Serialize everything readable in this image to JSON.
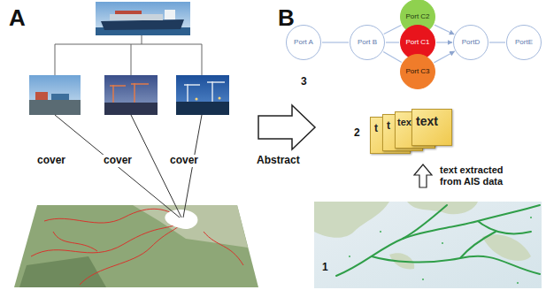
{
  "diagram": {
    "nodes": [
      {
        "text": [
          "Port A"
        ]
      },
      {
        "text": [
          "Port B"
        ]
      },
      {
        "text": [
          "Port C2"
        ]
      },
      {
        "text": [
          "Port C1"
        ]
      },
      {
        "text": [
          "Port C3"
        ]
      },
      {
        "text": [
          "PortD"
        ]
      },
      {
        "text": [
          "PortE"
        ]
      },
      {
        "text": [
          "t"
        ]
      },
      {
        "text": [
          "t"
        ]
      },
      {
        "text": [
          "tex"
        ]
      },
      {
        "text": [
          "text"
        ]
      }
    ],
    "edges": [
      {
        "from": 0,
        "to": 1,
        "arrow": "none"
      },
      {
        "from": 1,
        "to": 2,
        "arrow": "none"
      },
      {
        "from": 1,
        "to": 3,
        "arrow": "none"
      },
      {
        "from": 1,
        "to": 4,
        "arrow": "none"
      },
      {
        "from": 2,
        "to": 5,
        "arrow": "to"
      },
      {
        "from": 3,
        "to": 5,
        "arrow": "to"
      },
      {
        "from": 4,
        "to": 5,
        "arrow": "to"
      },
      {
        "from": 5,
        "to": 6,
        "arrow": "none"
      }
    ],
    "labels": [
      "A",
      "cover",
      "cover",
      "cover",
      "Abstract",
      "B",
      "3",
      "2",
      "text extracted from AIS data",
      "1"
    ]
  }
}
